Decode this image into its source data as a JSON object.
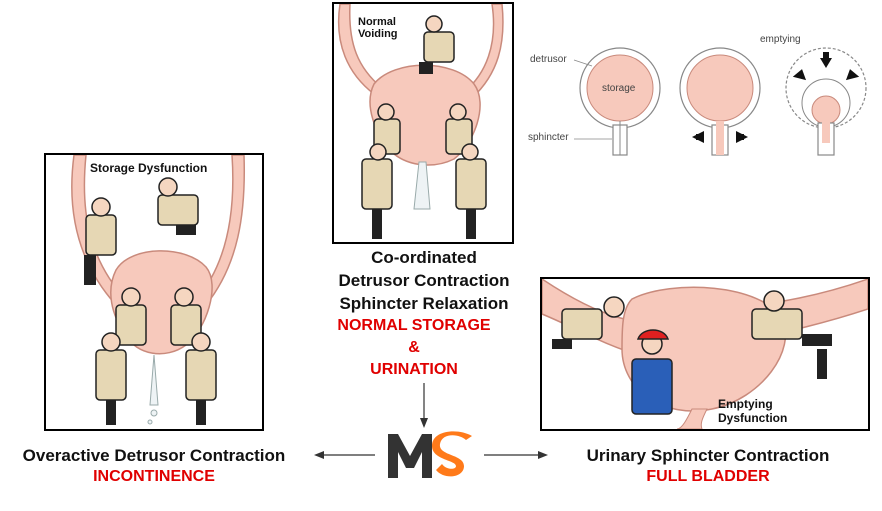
{
  "panels": {
    "storage_dysfunction": {
      "label": "Storage Dysfunction"
    },
    "normal_voiding": {
      "label_line1": "Normal",
      "label_line2": "Voiding"
    },
    "emptying_dysfunction": {
      "label_line1": "Emptying",
      "label_line2": "Dysfunction"
    }
  },
  "schematic": {
    "detrusor": "detrusor",
    "storage": "storage",
    "sphincter": "sphincter",
    "emptying": "emptying"
  },
  "center": {
    "line1": "Co-ordinated",
    "line2": "Detrusor Contraction",
    "line3": "Sphincter Relaxation",
    "red1": "NORMAL STORAGE",
    "red2": "&",
    "red3": "URINATION"
  },
  "left": {
    "title": "Overactive Detrusor Contraction",
    "subtitle": "INCONTINENCE"
  },
  "right": {
    "title": "Urinary Sphincter Contraction",
    "subtitle": "FULL BLADDER"
  },
  "logo": {
    "text": "MS"
  },
  "colors": {
    "bladder": "#f7c9bc",
    "bladder_stroke": "#c98a7c",
    "suit": "#e6d7b4",
    "red_text": "#e00000",
    "logo_dark": "#333333",
    "logo_orange": "#ff7a1a"
  }
}
